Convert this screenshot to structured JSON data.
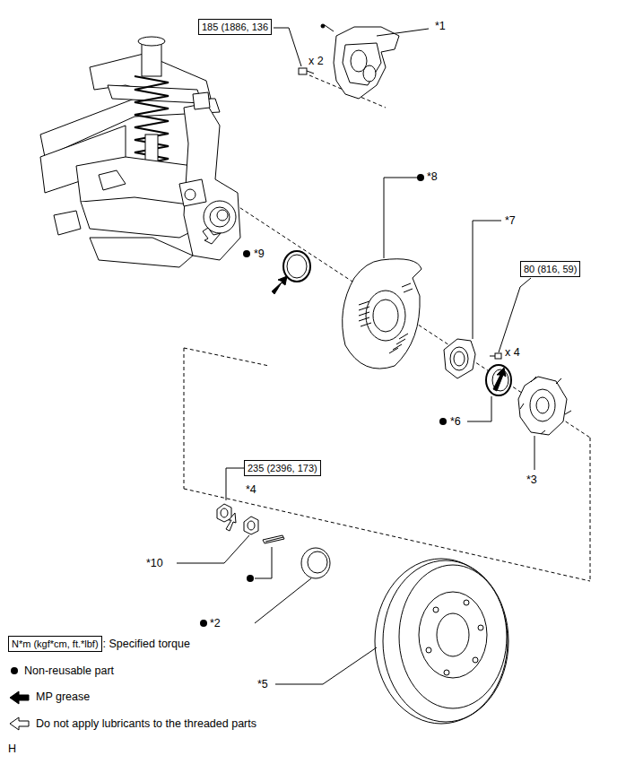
{
  "diagram": {
    "nodes": [
      {
        "text": [
          "185 (1886, 136"
        ]
      },
      {
        "text": [
          "80 (816, 59)"
        ]
      },
      {
        "text": [
          "235 (2396, 173)"
        ]
      },
      {
        "text": [
          "N*m (kgf*cm, ft.*lbf)"
        ]
      }
    ],
    "labels": [
      "x 2",
      "*1",
      "*8",
      "*7",
      "x 4",
      "*9",
      "*6",
      "*3",
      "*4",
      "*10",
      "*2",
      "*5",
      "H"
    ],
    "legend": [
      {
        "text": ": Specified torque"
      },
      {
        "text": "Non-reusable part"
      },
      {
        "text": "MP grease"
      },
      {
        "text": "Do not apply lubricants to the threaded parts"
      }
    ]
  }
}
